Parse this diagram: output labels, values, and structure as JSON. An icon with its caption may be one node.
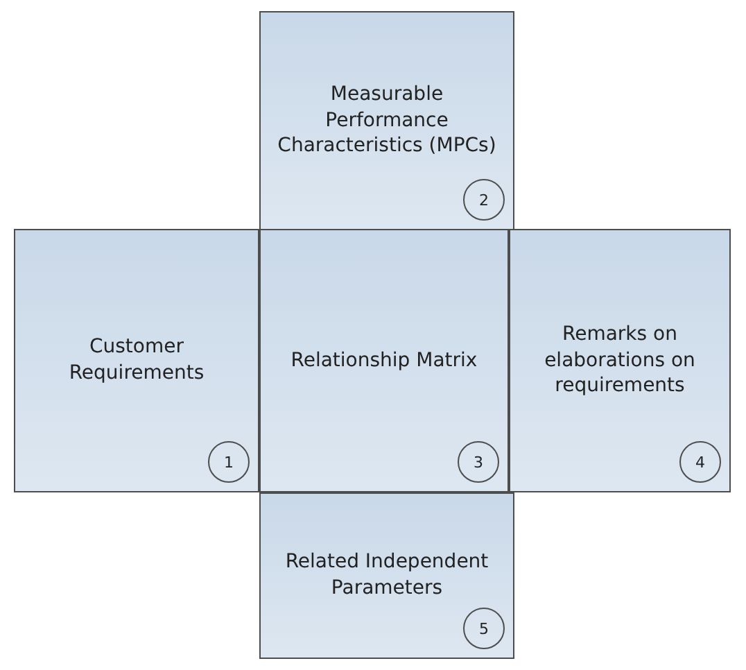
{
  "diagram": {
    "nodes": [
      {
        "text": [
          "Measurable Performance Characteristics (MPCs)"
        ]
      },
      {
        "text": [
          "2"
        ],
        "in": 0
      },
      {
        "text": [
          "Customer Requirements"
        ]
      },
      {
        "text": [
          "1"
        ],
        "in": 2
      },
      {
        "text": [
          "Relationship Matrix"
        ]
      },
      {
        "text": [
          "3"
        ],
        "in": 4
      },
      {
        "text": [
          "Remarks on elaborations on requirements"
        ]
      },
      {
        "text": [
          "4"
        ],
        "in": 6
      },
      {
        "text": [
          "Related Independent Parameters"
        ]
      },
      {
        "text": [
          "5"
        ],
        "in": 8
      }
    ]
  }
}
